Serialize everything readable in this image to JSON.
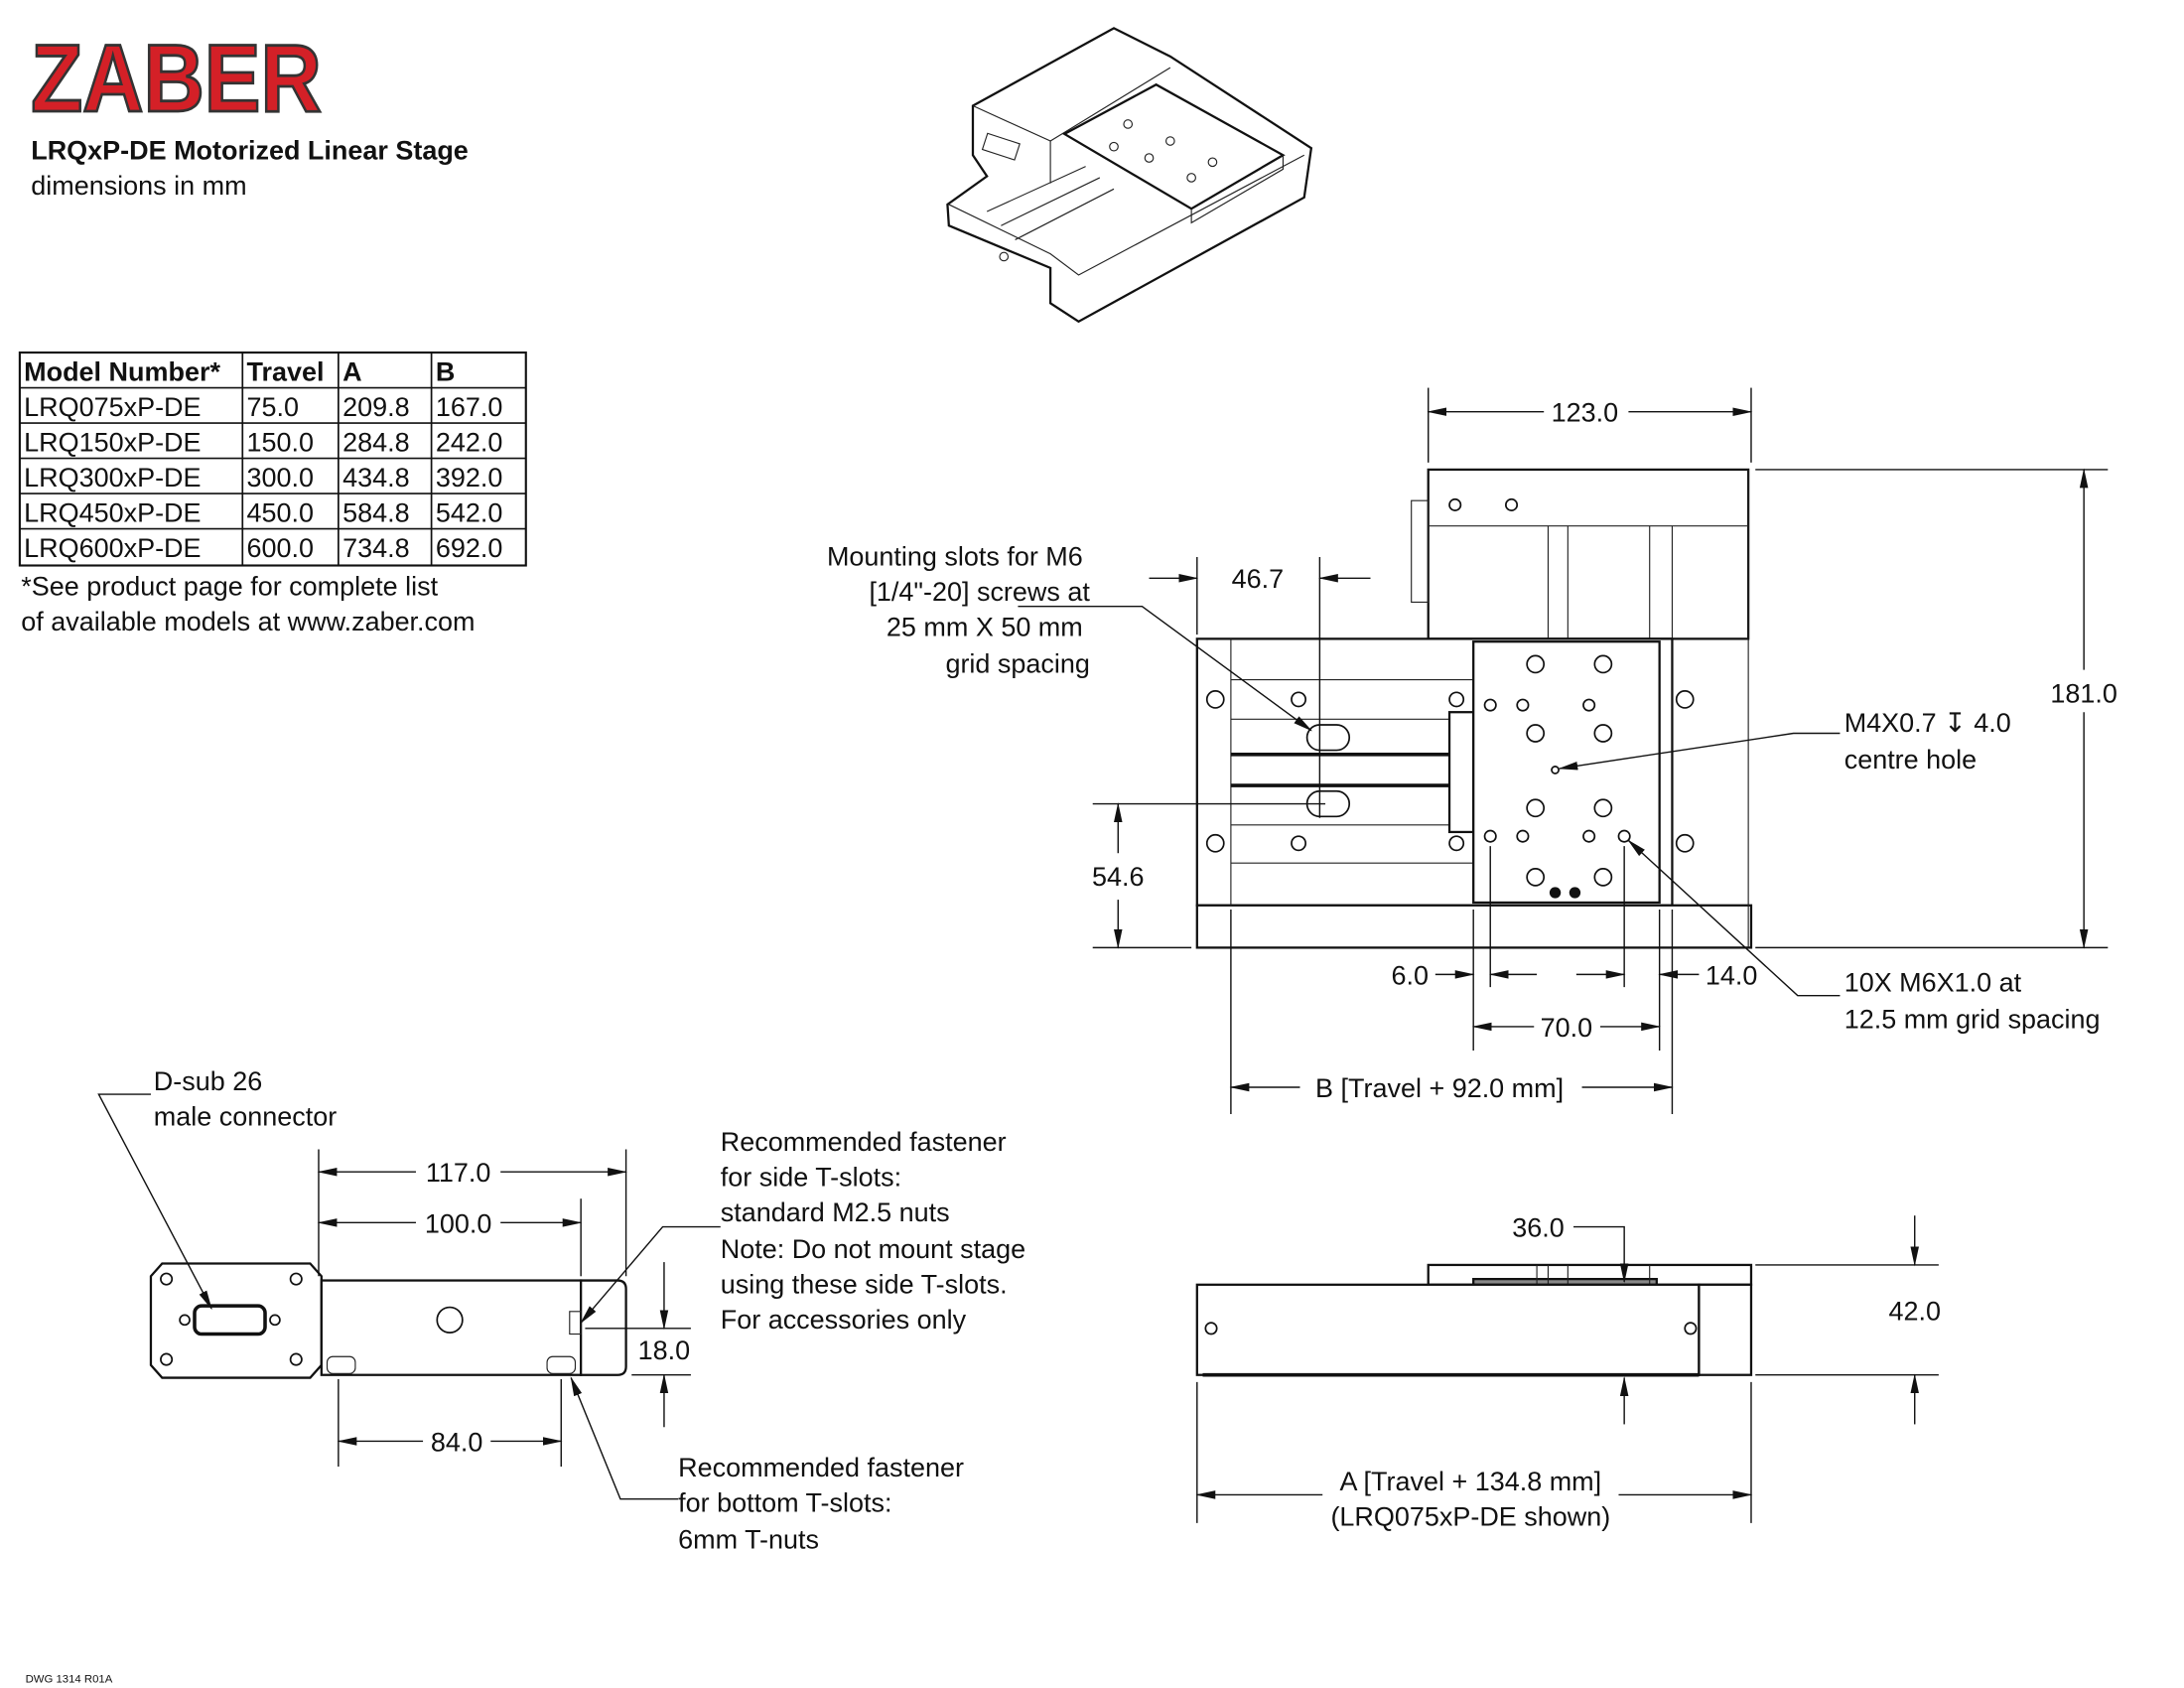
{
  "brand": {
    "logo_text": "ZABER",
    "logo_color": "#d42027"
  },
  "header": {
    "title": "LRQxP-DE Motorized Linear Stage",
    "subtitle": "dimensions in mm"
  },
  "table": {
    "columns": [
      "Model Number*",
      "Travel",
      "A",
      "B"
    ],
    "rows": [
      [
        "LRQ075xP-DE",
        "75.0",
        "209.8",
        "167.0"
      ],
      [
        "LRQ150xP-DE",
        "150.0",
        "284.8",
        "242.0"
      ],
      [
        "LRQ300xP-DE",
        "300.0",
        "434.8",
        "392.0"
      ],
      [
        "LRQ450xP-DE",
        "450.0",
        "584.8",
        "542.0"
      ],
      [
        "LRQ600xP-DE",
        "600.0",
        "734.8",
        "692.0"
      ]
    ],
    "footnote": [
      "*See product page for complete list",
      "of available models at www.zaber.com"
    ]
  },
  "top_view": {
    "dims": {
      "motor_width": "123.0",
      "height": "181.0",
      "slot_pitch": "46.7",
      "slot_offset": "54.6",
      "edge_left": "6.0",
      "edge_right": "14.0",
      "carriage": "70.0",
      "b_length": "B [Travel + 92.0 mm]"
    },
    "notes": {
      "mounting_slots": [
        "Mounting slots for M6",
        "[1/4\"-20] screws at",
        "25 mm X 50 mm",
        "grid spacing"
      ],
      "centre_hole": [
        "M4X0.7  ↧  4.0",
        "centre hole"
      ],
      "grid_holes": [
        "10X M6X1.0 at",
        "12.5 mm grid spacing"
      ]
    }
  },
  "end_view": {
    "dims": {
      "overall": "117.0",
      "body": "100.0",
      "tslot_height": "18.0",
      "bottom_slots": "84.0"
    },
    "notes": {
      "connector": [
        "D-sub 26",
        "male connector"
      ],
      "side_tslots": [
        "Recommended fastener",
        "for side T-slots:",
        "standard M2.5 nuts",
        "Note: Do not mount stage",
        "using these side T-slots.",
        "For accessories only"
      ],
      "bottom_tslots": [
        "Recommended fastener",
        "for bottom T-slots:",
        "6mm T-nuts"
      ]
    }
  },
  "side_view": {
    "dims": {
      "carriage_height": "36.0",
      "height": "42.0",
      "a_length": "A [Travel + 134.8 mm]",
      "a_note": "(LRQ075xP-DE shown)"
    }
  },
  "drawing_number": "DWG 1314 R01A"
}
